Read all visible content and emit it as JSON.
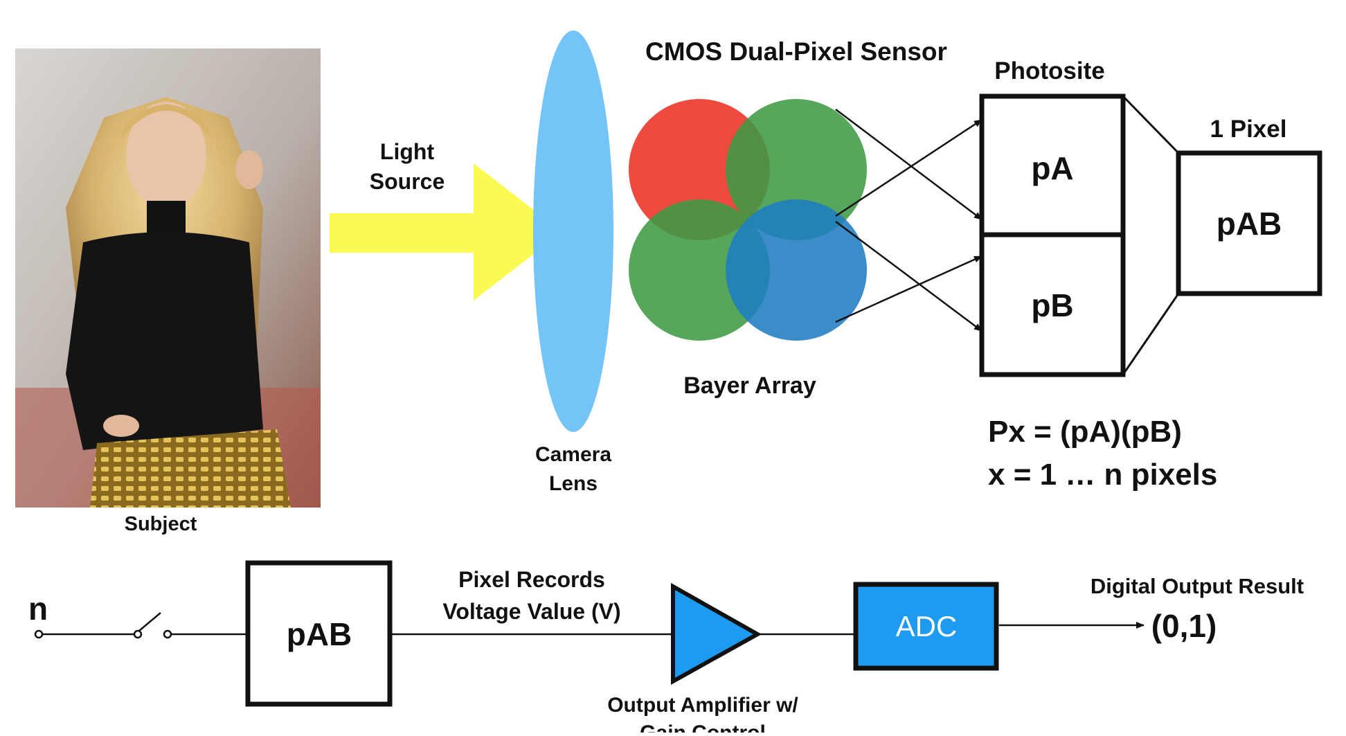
{
  "subject": {
    "caption": "Subject",
    "photo_icon": "portrait-photo-icon"
  },
  "light": {
    "label_line1": "Light",
    "label_line2": "Source"
  },
  "lens": {
    "label_line1": "Camera",
    "label_line2": "Lens"
  },
  "sensor": {
    "title": "CMOS Dual-Pixel Sensor",
    "bayer_label": "Bayer Array"
  },
  "photosite": {
    "title": "Photosite",
    "top_label": "pA",
    "bottom_label": "pB"
  },
  "pixel": {
    "title": "1 Pixel",
    "label": "pAB"
  },
  "formula": {
    "line1": "Px = (pA)(pB)",
    "line2": "x = 1 … n pixels"
  },
  "circuit": {
    "input_label": "n",
    "pab_label": "pAB",
    "voltage_line1": "Pixel Records",
    "voltage_line2": "Voltage Value (V)",
    "amp_line1": "Output Amplifier w/",
    "amp_line2": "Gain Control",
    "adc_label": "ADC",
    "output_title": "Digital Output Result",
    "output_value": "(0,1)"
  },
  "colors": {
    "arrow_yellow": "#fafa52",
    "lens_blue": "#74c4f7",
    "bayer_red": "#ee3b2e",
    "bayer_green": "#3f9a46",
    "bayer_blue": "#1f7dc0",
    "amp_blue": "#1f9af1",
    "adc_blue": "#1f9af1"
  }
}
